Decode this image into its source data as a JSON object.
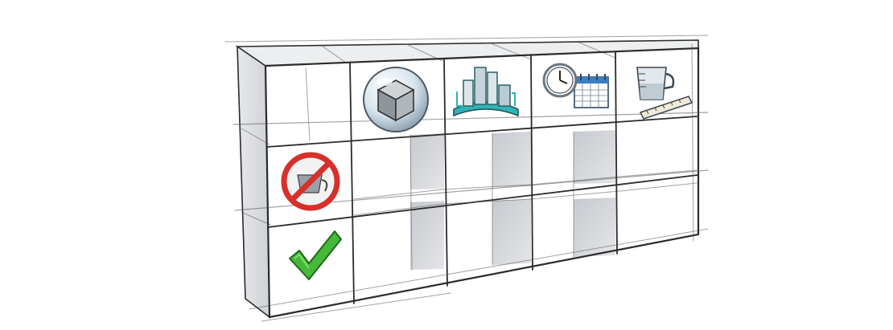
{
  "colors": {
    "ink": "#2b2b2b",
    "shelf_back": "#d7d9dd",
    "shelf_shadow": "#b9bcc2",
    "forbidden_red": "#d6302b",
    "check_green": "#46b83a",
    "icon_teal": "#2fb3b5",
    "icon_blue": "#3a7fc4"
  },
  "cells": [
    {
      "row": 0,
      "col": 0,
      "icon": "empty"
    },
    {
      "row": 0,
      "col": 1,
      "icon": "sphere-cube-icon"
    },
    {
      "row": 0,
      "col": 2,
      "icon": "city-buildings-icon"
    },
    {
      "row": 0,
      "col": 3,
      "icon": "clock-calendar-icon"
    },
    {
      "row": 0,
      "col": 4,
      "icon": "measuring-cup-ruler-icon"
    },
    {
      "row": 1,
      "col": 0,
      "icon": "forbidden-sign-icon"
    },
    {
      "row": 2,
      "col": 0,
      "icon": "checkmark-icon"
    }
  ]
}
